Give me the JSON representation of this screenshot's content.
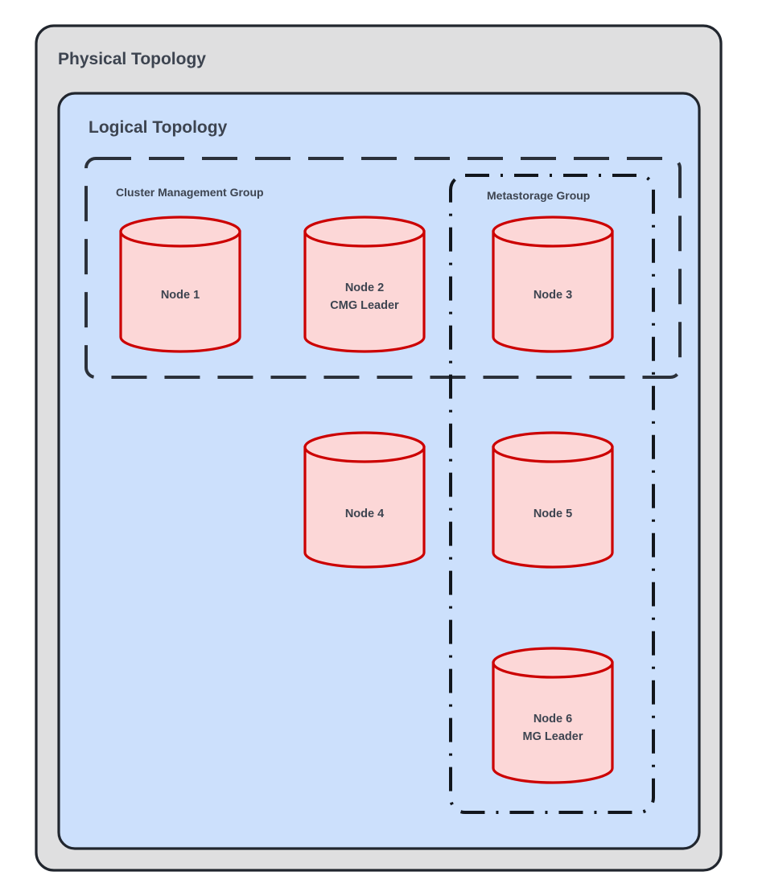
{
  "diagram": {
    "title": "Physical Topology",
    "panels": {
      "physical": {
        "label": "Physical Topology",
        "fill": "#dfdfe0",
        "stroke": "#21262e"
      },
      "logical": {
        "label": "Logical Topology",
        "fill": "#cce0fc",
        "stroke": "#21262e"
      }
    },
    "groups": [
      {
        "id": "cluster-management-group",
        "label": "Cluster Management Group",
        "border_style": "dashed",
        "members": [
          "Node 1",
          "Node 2",
          "Node 3"
        ]
      },
      {
        "id": "metastorage-group",
        "label": "Metastorage Group",
        "border_style": "dash-dot",
        "members": [
          "Node 3",
          "Node 5",
          "Node 6"
        ]
      }
    ],
    "nodes": [
      {
        "id": "node-1",
        "line1": "Node 1",
        "line2": ""
      },
      {
        "id": "node-2",
        "line1": "Node 2",
        "line2": "CMG Leader"
      },
      {
        "id": "node-3",
        "line1": "Node 3",
        "line2": ""
      },
      {
        "id": "node-4",
        "line1": "Node 4",
        "line2": ""
      },
      {
        "id": "node-5",
        "line1": "Node 5",
        "line2": ""
      },
      {
        "id": "node-6",
        "line1": "Node 6",
        "line2": "MG Leader"
      }
    ],
    "colors": {
      "node_fill": "#fcd7d7",
      "node_stroke": "#cc0000",
      "logical_fill": "#cce0fc",
      "physical_fill": "#dfdfe0",
      "text": "#3d4450",
      "border": "#21262e"
    }
  }
}
